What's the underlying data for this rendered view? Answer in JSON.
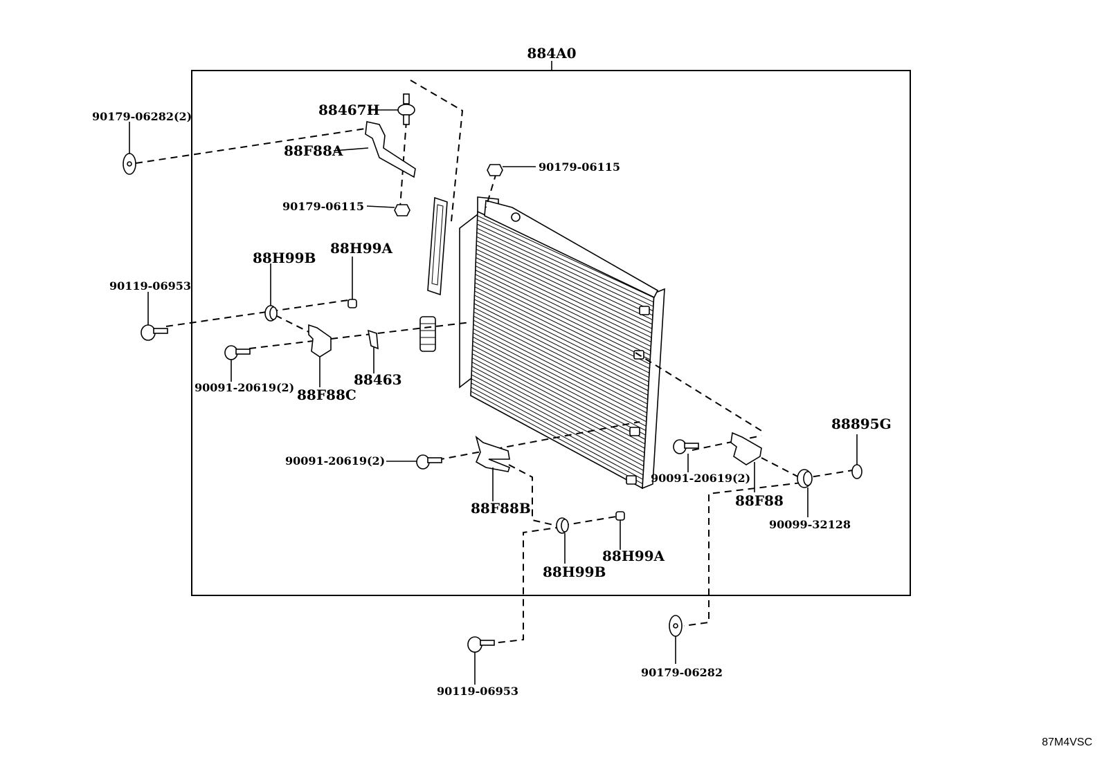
{
  "diagram": {
    "assembly_label": "884A0",
    "image_code": "87M4VSC",
    "parts": [
      {
        "id": "p_assembly",
        "text": "884A0"
      },
      {
        "id": "p_90179_06282_2",
        "text": "90179-06282(2)"
      },
      {
        "id": "p_88467H",
        "text": "88467H"
      },
      {
        "id": "p_88F88A",
        "text": "88F88A"
      },
      {
        "id": "p_90179_06115_a",
        "text": "90179-06115"
      },
      {
        "id": "p_90179_06115_b",
        "text": "90179-06115"
      },
      {
        "id": "p_88H99B_a",
        "text": "88H99B"
      },
      {
        "id": "p_88H99A_a",
        "text": "88H99A"
      },
      {
        "id": "p_90119_06953_a",
        "text": "90119-06953"
      },
      {
        "id": "p_90091_20619_a",
        "text": "90091-20619(2)"
      },
      {
        "id": "p_88F88C",
        "text": "88F88C"
      },
      {
        "id": "p_88463",
        "text": "88463"
      },
      {
        "id": "p_90091_20619_b",
        "text": "90091-20619(2)"
      },
      {
        "id": "p_88F88B",
        "text": "88F88B"
      },
      {
        "id": "p_88H99B_b",
        "text": "88H99B"
      },
      {
        "id": "p_88H99A_b",
        "text": "88H99A"
      },
      {
        "id": "p_90119_06953_b",
        "text": "90119-06953"
      },
      {
        "id": "p_90091_20619_c",
        "text": "90091-20619(2)"
      },
      {
        "id": "p_88F88",
        "text": "88F88"
      },
      {
        "id": "p_88895G",
        "text": "88895G"
      },
      {
        "id": "p_90099_32128",
        "text": "90099-32128"
      },
      {
        "id": "p_90179_06282",
        "text": "90179-06282"
      }
    ]
  }
}
